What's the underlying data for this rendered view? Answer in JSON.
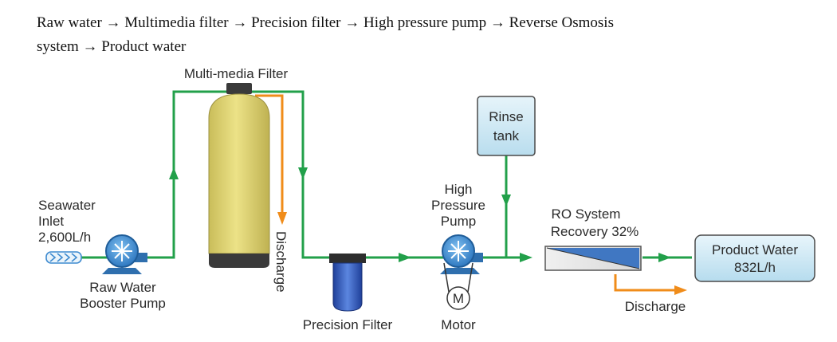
{
  "caption": {
    "line1": "Raw water → Multimedia filter → Precision filter → High pressure pump → Reverse Osmosis",
    "line2": "system → Product water"
  },
  "labels": {
    "multimedia_filter": "Multi-media Filter",
    "rinse_tank_1": "Rinse",
    "rinse_tank_2": "tank",
    "seawater_1": "Seawater",
    "seawater_2": "Inlet",
    "seawater_3": "2,600L/h",
    "booster_1": "Raw Water",
    "booster_2": "Booster Pump",
    "discharge_vertical": "Discharge",
    "precision_filter": "Precision Filter",
    "hp_1": "High",
    "hp_2": "Pressure",
    "hp_3": "Pump",
    "motor_symbol": "M",
    "motor": "Motor",
    "ro_1": "RO System",
    "ro_2": "Recovery 32%",
    "product_1": "Product Water",
    "product_2": "832L/h",
    "discharge": "Discharge"
  },
  "colors": {
    "pipe": "#22a04a",
    "discharge_pipe": "#f08c1a",
    "vessel": "#e1d67a",
    "vessel_base": "#3a3a3a",
    "pump": "#3f8bd0",
    "cartridge": "#2f5fc0",
    "tank": "#cfe9f5"
  }
}
